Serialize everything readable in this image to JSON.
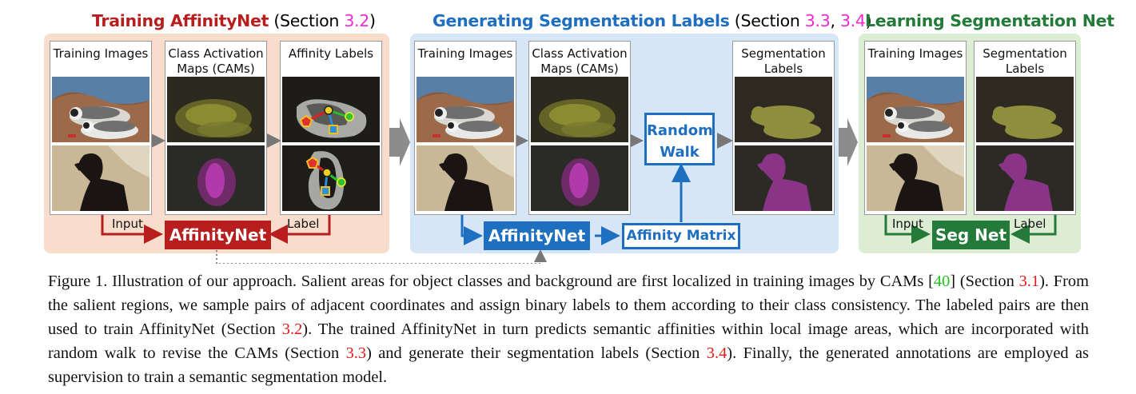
{
  "panels": {
    "training": {
      "title": "Training AffinityNet",
      "section_prefix": " (Section ",
      "ref": "3.2",
      "section_suffix": ")"
    },
    "generating": {
      "title": "Generating Segmentation Labels",
      "section_prefix": " (Section ",
      "ref1": "3.3",
      "sep": ", ",
      "ref2": "3.4",
      "section_suffix": ")"
    },
    "learning": {
      "title": "Learning Segmentation Net"
    }
  },
  "columns": {
    "training_images": "Training Images",
    "cams": "Class Activation Maps (CAMs)",
    "affinity_labels": "Affinity Labels",
    "segmentation_labels": "Segmentation Labels"
  },
  "boxes": {
    "affinitynet": "AffinityNet",
    "random_walk": "Random Walk",
    "affinity_matrix": "Affinity Matrix",
    "seg_net": "Seg Net"
  },
  "arrow_labels": {
    "input": "Input",
    "label": "Label"
  },
  "caption": {
    "t1": "Figure 1. Illustration of our approach. Salient areas for object classes and background are first localized in training images by CAMs [",
    "c1": "40",
    "t2": "] (Section ",
    "r1": "3.1",
    "t3": "). From the salient regions, we sample pairs of adjacent coordinates and assign binary labels to them according to their class consistency. The labeled pairs are then used to train AffinityNet (Section ",
    "r2": "3.2",
    "t4": "). The trained AffinityNet in turn predicts semantic affinities within local image areas, which are incorporated with random walk to revise the CAMs (Section ",
    "r3": "3.3",
    "t5": ") and generate their segmentation labels (Section ",
    "r4": "3.4",
    "t6": "). Finally, the generated annotations are employed as supervision to train a semantic segmentation model."
  },
  "colors": {
    "training_bg": "#f8dccc",
    "training_accent": "#b81e1e",
    "generating_bg": "#d7e6f6",
    "generating_accent": "#1f6fc0",
    "learning_bg": "#dcedd3",
    "learning_accent": "#237a39",
    "citation": "#22c322",
    "reference": "#e41a1c",
    "section_ref": "#ec2bd0"
  }
}
